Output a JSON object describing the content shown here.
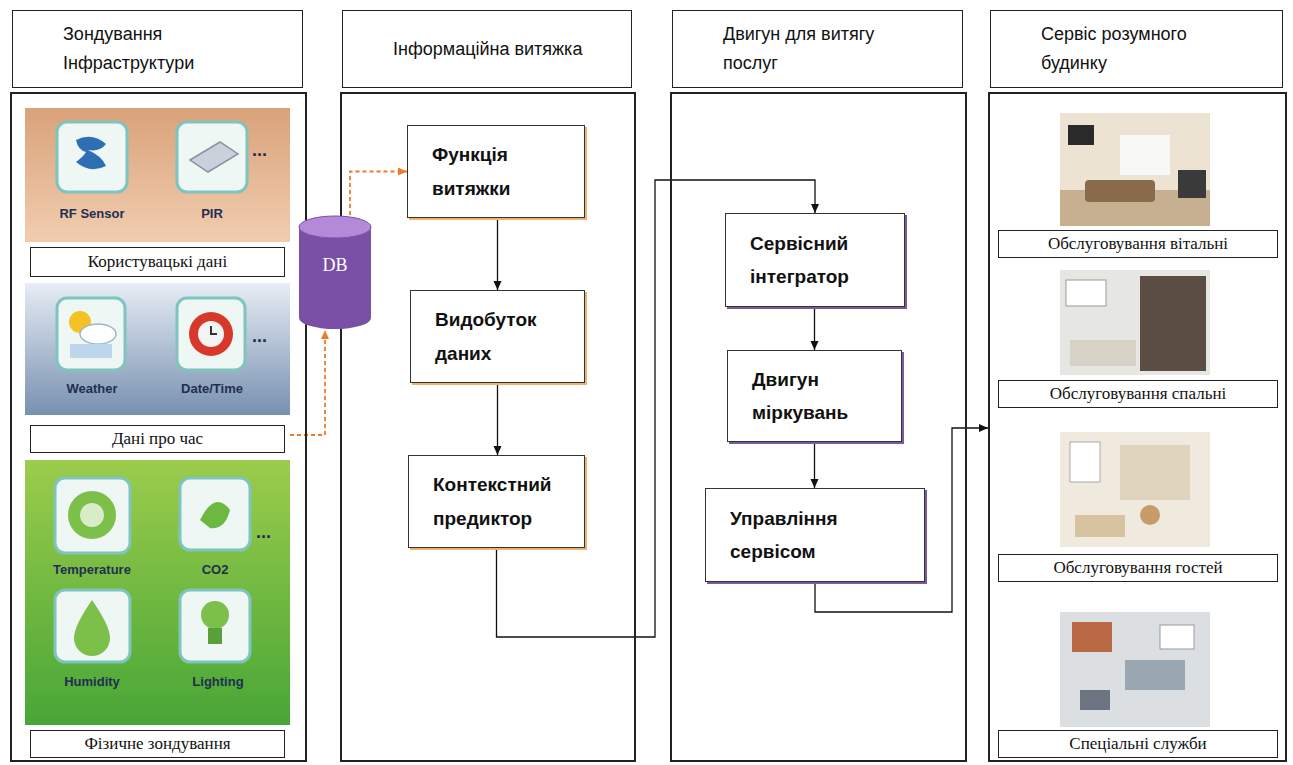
{
  "diagram": {
    "nodes": [
      {
        "text": [
          "Зондування Інфраструктури"
        ]
      },
      {
        "text": [
          "Користувацькі дані"
        ],
        "in": 0
      },
      {
        "text": [
          "Дані про час"
        ],
        "in": 0
      },
      {
        "text": [
          "Фізичне зондування"
        ],
        "in": 0
      },
      {
        "text": [
          "DB"
        ]
      },
      {
        "text": [
          "Інформаційна витяжка"
        ]
      },
      {
        "text": [
          "Функція витяжки"
        ],
        "in": 5
      },
      {
        "text": [
          "Видобуток даних"
        ],
        "in": 5
      },
      {
        "text": [
          "Контекстний предиктор"
        ],
        "in": 5
      },
      {
        "text": [
          "Двигун для витягу послуг"
        ]
      },
      {
        "text": [
          "Сервісний інтегратор"
        ],
        "in": 9
      },
      {
        "text": [
          "Двигун міркувань"
        ],
        "in": 9
      },
      {
        "text": [
          "Управління сервісом"
        ],
        "in": 9
      },
      {
        "text": [
          "Сервіс розумного будинку"
        ]
      },
      {
        "text": [
          "Обслуговування вітальні"
        ],
        "in": 13
      },
      {
        "text": [
          "Обслуговування спальні"
        ],
        "in": 13
      },
      {
        "text": [
          "Обслуговування гостей"
        ],
        "in": 13
      },
      {
        "text": [
          "Спеціальні служби"
        ],
        "in": 13
      }
    ],
    "edges": [
      {
        "from": 2,
        "to": 4,
        "arrow": "to"
      },
      {
        "from": 4,
        "to": 6,
        "arrow": "to"
      },
      {
        "from": 6,
        "to": 7,
        "arrow": "to"
      },
      {
        "from": 7,
        "to": 8,
        "arrow": "to"
      },
      {
        "from": 8,
        "to": 10,
        "arrow": "to"
      },
      {
        "from": 10,
        "to": 11,
        "arrow": "to"
      },
      {
        "from": 11,
        "to": 12,
        "arrow": "to"
      },
      {
        "from": 12,
        "to": 13,
        "arrow": "to"
      }
    ],
    "labels": [
      "RF Sensor",
      "PIR",
      "...",
      "Weather",
      "Date/Time",
      "...",
      "Temperature",
      "CO2",
      "...",
      "Humidity",
      "Lighting"
    ]
  }
}
